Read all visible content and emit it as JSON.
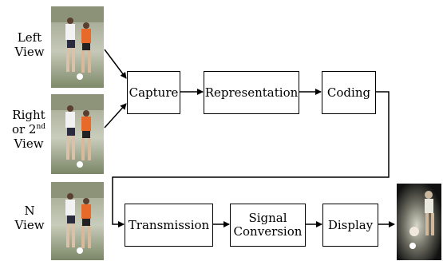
{
  "inputs": [
    {
      "label_line1": "Left",
      "label_line2": "View"
    },
    {
      "label_line1": "Right",
      "label_line2_prefix": "or 2",
      "label_line2_sup": "nd",
      "label_line3": "View"
    },
    {
      "label_line1": "N",
      "label_line2": "View"
    }
  ],
  "blocks": {
    "capture": "Capture",
    "representation": "Representation",
    "coding": "Coding",
    "transmission": "Transmission",
    "signal_line1": "Signal",
    "signal_line2": "Conversion",
    "display": "Display"
  },
  "icons": {
    "input_frame": "soccer-player-video-frame-icon",
    "output_frame": "3d-display-output-icon"
  }
}
